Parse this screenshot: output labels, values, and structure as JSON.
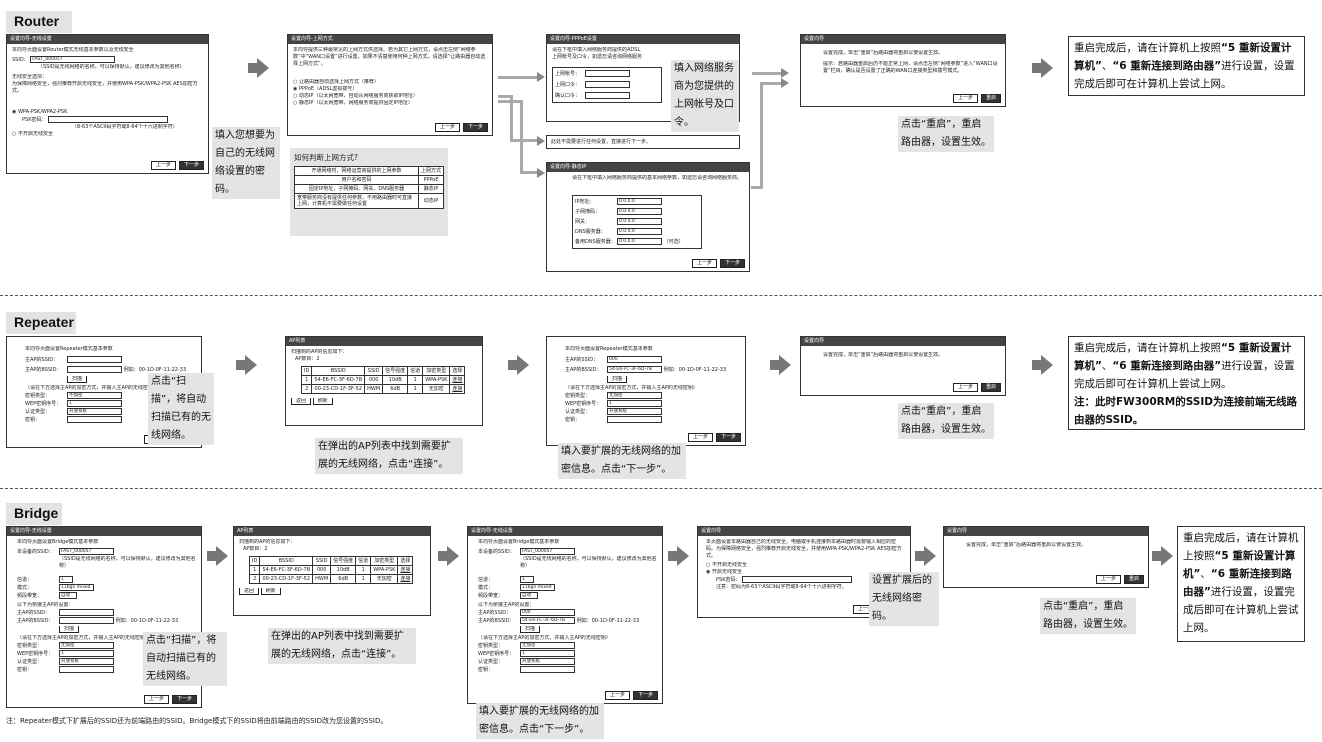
{
  "sections": {
    "router": "Router",
    "repeater": "Repeater",
    "bridge": "Bridge"
  },
  "footnote": "注：Repeater模式下扩展后的SSID还为前端路由的SSID。Bridge模式下的SSID将由前端路由的SSID改为您设置的SSID。",
  "common": {
    "prev": "上一步",
    "next": "下一步",
    "reboot": "重启"
  },
  "router": {
    "wireless": {
      "title": "设置向导-无线设置",
      "intro": "本向导页面设置Router模式无线基本参数以及无线安全",
      "ssid_label": "SSID：",
      "ssid_value": "FAST_000057",
      "ssid_hint": "（SSID是无线网络的名称，可以保持默认，建议修改为其他名称）",
      "sec_title": "无线安全选项：",
      "sec_desc": "为保障网络安全，强烈推荐开启无线安全，并使用WPA-PSK/WPA2-PSK AES加密方式。",
      "wpa": "WPA-PSK/WPA2-PSK",
      "psk_label": "PSK密码：",
      "psk_hint": "（8-63个ASCII码字符或8-64个十六进制字符）",
      "nosec": "不开启无线安全"
    },
    "cap_psk": "填入您想要为自己的无线网络设置的密码。",
    "wan": {
      "title": "设置向导-上网方式",
      "intro": "本向导提供三种最常见的上网方式供选择。若为其它上网方式，请点击左侧“网络参数”中“WAN口设置”进行设置。如果不清楚使用何种上网方式，请选择“让路由器自动选择上网方式”。",
      "opts": [
        "让路由器自动选择上网方式（推荐）",
        "PPPoE（ADSL虚拟拨号）",
        "动态IP（以太网宽带，自动从网络服务商获取IP地址）",
        "静态IP（以太网宽带，网络服务商提供固定IP地址）"
      ]
    },
    "howto": {
      "title": "如何判断上网方式?",
      "head": [
        "开通网络时，网络运营商提供的上网参数",
        "上网方式"
      ],
      "rows": [
        [
          "用户名和密码",
          "PPPoE"
        ],
        [
          "固定IP地址、子网掩码、网关、DNS服务器",
          "静态IP"
        ],
        [
          "宽带服务商没有提供任何参数，不用路由器时可直接上网，计算机不需要做任何设置",
          "动态IP"
        ]
      ]
    },
    "pppoe": {
      "title": "设置向导-PPPoE设置",
      "intro": "请在下框中填入网络服务商提供的ADSL上网帐号及口令，如遗忘请咨询网络服务商。",
      "account": "上网帐号：",
      "pwd": "上网口令：",
      "confirm": "确认口令："
    },
    "cap_pppoe": "填入网络服务商为您提供的上网帐号及口令。",
    "dynamic": "此处不需要进行任何设置，直接进行下一步。",
    "static": {
      "title": "设置向导-静态IP",
      "intro": "请在下框中填入网络服务商提供的基本网络参数，如遗忘请咨询网络服务商。",
      "fields": [
        "IP地址：",
        "子网掩码：",
        "网关：",
        "DNS服务器：",
        "备用DNS服务器："
      ],
      "values": [
        "0.0.0.0",
        "0.0.0.0",
        "0.0.0.0",
        "0.0.0.0",
        "0.0.0.0"
      ],
      "optional": "（可选）"
    },
    "done": {
      "title": "设置向导",
      "text1": "设置完成，单击“重启”后路由器将重启以使设置生效。",
      "text2": "提示：若路由器重启后仍不能正常上网，请点击左侧“网络参数”进入“WAN口设置”栏目，确认是否设置了正确的WAN口连接类型和拨号模式。"
    },
    "cap_reboot": "点击“重启”，重启路由器，设置生效。",
    "result": [
      "重启完成后，请在计算机上按照",
      "“5 重新设置计算机”",
      "、",
      "“6 重新连接到路由器”",
      "进行设置，设置完成后即可在计算机上尝试上网。"
    ]
  },
  "repeater": {
    "setup": {
      "intro": "本向导页面设置Repeater模式基本参数",
      "ap_ssid": "主AP的SSID：",
      "ap_bssid": "主AP的BSSID：",
      "example": "例如：00-1D-0F-11-22-33",
      "scan": "扫描",
      "scan_hint": "（请在下方选择主AP的加密方式，并输入主AP的无线密钥）",
      "keytype": "密钥类型：",
      "keytype_v": "不加密",
      "wep": "WEP密钥序号：",
      "wep_v": "1",
      "auth": "认证类型：",
      "auth_v": "开放系统",
      "key": "密钥："
    },
    "cap_scan": "点击“扫描”，将自动扫描已有的无线网络。",
    "aplist": {
      "title": "AP列表",
      "found": "扫描到的AP的信息如下：",
      "count": "AP数目：2",
      "head": [
        "ID",
        "BSSID",
        "SSID",
        "信号强度",
        "信道",
        "加密类型",
        "选择"
      ],
      "rows": [
        [
          "1",
          "54-E6-FC-3F-6D-7B",
          "000",
          "10dB",
          "1",
          "WPA-PSK",
          "连接"
        ],
        [
          "2",
          "00-23-CD-1F-3F-52",
          "HWM",
          "6dB",
          "1",
          "无加密",
          "连接"
        ]
      ],
      "back": "返回",
      "refresh": "刷新"
    },
    "cap_connect": "在弹出的AP列表中找到需要扩展的无线网络，点击“连接”。",
    "filled": {
      "ssid": "000",
      "bssid": "54-E6-FC-3F-6D-7B",
      "keytype_v": "无加密"
    },
    "cap_fill": "填入要扩展的无线网络的加密信息。点击“下一步”。",
    "done": "设置完成，单击“重启”后路由器将重启以使设置生效。",
    "cap_reboot": "点击“重启”，重启路由器，设置生效。",
    "result": [
      "重启完成后，请在计算机上按照",
      "“5 重新设置计算机”",
      "、",
      "“6 重新连接到路由器”",
      "进行设置，设置完成后即可在计算机上尝试上网。",
      "注：此时FW300RM的SSID为连接前端无线路由器的SSID。"
    ]
  },
  "bridge": {
    "setup": {
      "title": "设置向导-无线设置",
      "intro": "本向导页面设置Bridge模式基本参数",
      "ssid": "本设备的SSID：",
      "ssid_v": "FAST_000057",
      "ssid_hint": "（SSID是无线网络的名称，可以保持默认，建议修改为其他名称）",
      "channel": "信道：",
      "channel_v": "1",
      "mode": "模式：",
      "mode_v": "11bgn mixed",
      "width": "频段带宽：",
      "width_v": "自动",
      "main_ap": "以下为桥接主AP的设置：",
      "ap_ssid": "主AP的SSID：",
      "ap_bssid": "主AP的BSSID：",
      "example": "例如：00-1D-0F-11-22-33",
      "scan": "扫描",
      "scan_hint": "（请在下方选择主AP的加密方式，并输入主AP的无线密钥）",
      "keytype": "密钥类型：",
      "keytype_v": "无加密",
      "wep": "WEP密钥序号：",
      "wep_v": "1",
      "auth": "认证类型：",
      "auth_v": "开放系统",
      "key": "密钥："
    },
    "cap_scan": "点击“扫描”，将自动扫描已有的无线网络。",
    "cap_connect": "在弹出的AP列表中找到需要扩展的无线网络，点击“连接”。",
    "filled": {
      "ssid": "000",
      "bssid": "54-E6-FC-3F-6D-7B"
    },
    "cap_fill": "填入要扩展的无线网络的加密信息。点击“下一步”。",
    "sec": {
      "title": "设置向导",
      "intro": "本页面设置本路由器自己的无线安全。电脑或手机连接到本路由器时需要输入相应的密码。为保障网络安全，强烈推荐开启无线安全，并使用WPA-PSK/WPA2-PSK AES加密方式。",
      "off": "不开启无线安全",
      "on": "开启无线安全",
      "psk": "PSK密码：",
      "hint": "注意：密码为8-63个ASCII码字符或8-64个十六进制字符。"
    },
    "cap_psk": "设置扩展后的无线网络密码。",
    "done": "设置完成，单击“重启”后路由器将重启以使设置生效。",
    "cap_reboot": "点击“重启”，重启路由器，设置生效。",
    "result": [
      "重启完成后，请在计算机上按照",
      "“5 重新设置计算机”",
      "、",
      "“6 重新连接到路由器”",
      "进行设置，设置完成后即可在计算机上尝试上网。"
    ]
  }
}
